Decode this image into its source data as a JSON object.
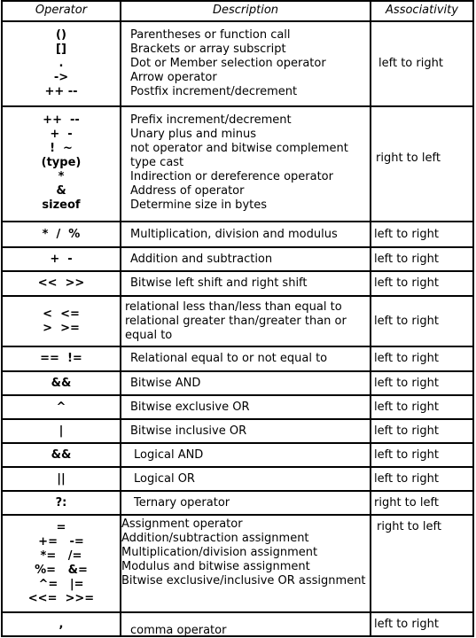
{
  "headers": {
    "operator": "Operator",
    "description": "Description",
    "associativity": "Associativity"
  },
  "rows": [
    {
      "ops": [
        "()",
        "[]",
        ".",
        "->",
        "++ --"
      ],
      "desc": [
        "Parentheses or function call",
        "Brackets or array subscript",
        "Dot or Member selection operator",
        "Arrow operator",
        "Postfix increment/decrement"
      ],
      "assoc": "left to right"
    },
    {
      "ops": [
        "++  --",
        "+  -",
        "!  ~",
        "(type)",
        "*",
        "&",
        "sizeof"
      ],
      "desc": [
        "Prefix increment/decrement",
        "Unary plus and minus",
        "not operator and bitwise complement",
        "type cast",
        "Indirection or dereference operator",
        "Address of operator",
        "Determine size in bytes"
      ],
      "assoc": "right to left"
    },
    {
      "ops": [
        "*  /  %"
      ],
      "desc": [
        "Multiplication, division and modulus"
      ],
      "assoc": "left to right"
    },
    {
      "ops": [
        "+  -"
      ],
      "desc": [
        "Addition and subtraction"
      ],
      "assoc": "left to right"
    },
    {
      "ops": [
        "<<  >>"
      ],
      "desc": [
        "Bitwise left shift and right shift"
      ],
      "assoc": "left to right"
    },
    {
      "ops": [
        "<  <=",
        ">  >="
      ],
      "desc": [
        "relational less than/less than equal to",
        "relational greater than/greater than or",
        "equal to"
      ],
      "assoc": "left to right"
    },
    {
      "ops": [
        "==  !="
      ],
      "desc": [
        "Relational equal to or not equal to"
      ],
      "assoc": "left to right"
    },
    {
      "ops": [
        "&&"
      ],
      "desc": [
        "Bitwise AND"
      ],
      "assoc": "left to right"
    },
    {
      "ops": [
        "^"
      ],
      "desc": [
        "Bitwise exclusive OR"
      ],
      "assoc": "left to right"
    },
    {
      "ops": [
        "|"
      ],
      "desc": [
        "Bitwise inclusive OR"
      ],
      "assoc": "left to right"
    },
    {
      "ops": [
        "&&"
      ],
      "desc": [
        "Logical AND"
      ],
      "assoc": "left to right"
    },
    {
      "ops": [
        "||"
      ],
      "desc": [
        "Logical OR"
      ],
      "assoc": "left to right"
    },
    {
      "ops": [
        "?:"
      ],
      "desc": [
        "Ternary operator"
      ],
      "assoc": "right to left"
    },
    {
      "ops": [
        "=",
        "+=   -=",
        "*=   /=",
        "%=   &=",
        "^=   |=",
        "<<=  >>="
      ],
      "desc": [
        "Assignment operator",
        "Addition/subtraction assignment",
        "Multiplication/division assignment",
        "Modulus and bitwise assignment",
        "Bitwise exclusive/inclusive OR assignment"
      ],
      "assoc": "right to left"
    },
    {
      "ops": [
        ","
      ],
      "desc": [
        "comma operator"
      ],
      "assoc": "left to right"
    }
  ]
}
